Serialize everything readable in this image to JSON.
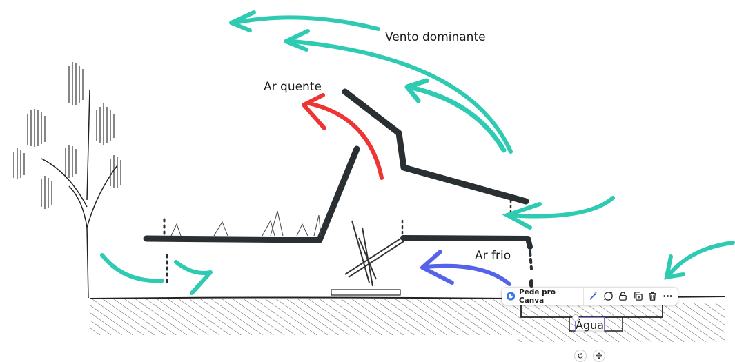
{
  "labels": {
    "wind": "Vento dominante",
    "hot_air": "Ar quente",
    "cold_air": "Ar frio",
    "water": "Água"
  },
  "colors": {
    "teal": "#2ecbb2",
    "red": "#ee3533",
    "blue": "#5562ea",
    "ink": "#2a2f33",
    "selection": "#8a6fd6"
  },
  "toolbar": {
    "ai_label": "Pede pro Canva",
    "icons": [
      "canva-ai-icon",
      "magic-edit-icon",
      "comment-icon",
      "lock-icon",
      "duplicate-icon",
      "trash-icon",
      "more-icon"
    ]
  },
  "controls": {
    "rotate_icon": "rotate-icon",
    "move_icon": "move-icon"
  }
}
